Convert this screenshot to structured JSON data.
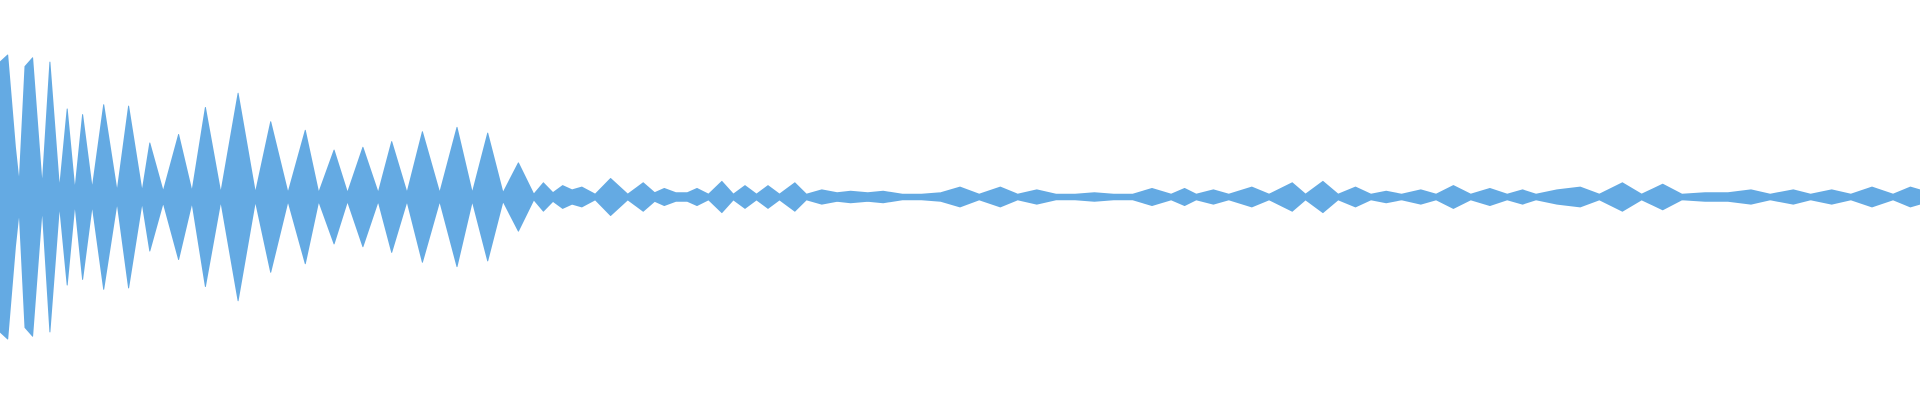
{
  "waveform": {
    "color": "#64aae3",
    "background": "#ffffff",
    "shape": "symmetric-envelope",
    "envelope": [
      [
        0.0,
        0.95
      ],
      [
        0.004,
        1.0
      ],
      [
        0.008,
        0.35
      ],
      [
        0.01,
        0.1
      ],
      [
        0.013,
        0.92
      ],
      [
        0.017,
        0.98
      ],
      [
        0.022,
        0.08
      ],
      [
        0.026,
        0.95
      ],
      [
        0.031,
        0.06
      ],
      [
        0.035,
        0.62
      ],
      [
        0.039,
        0.05
      ],
      [
        0.043,
        0.58
      ],
      [
        0.048,
        0.06
      ],
      [
        0.054,
        0.65
      ],
      [
        0.061,
        0.04
      ],
      [
        0.067,
        0.64
      ],
      [
        0.074,
        0.04
      ],
      [
        0.078,
        0.38
      ],
      [
        0.085,
        0.04
      ],
      [
        0.093,
        0.44
      ],
      [
        0.1,
        0.04
      ],
      [
        0.107,
        0.63
      ],
      [
        0.115,
        0.03
      ],
      [
        0.124,
        0.73
      ],
      [
        0.133,
        0.03
      ],
      [
        0.141,
        0.53
      ],
      [
        0.15,
        0.03
      ],
      [
        0.159,
        0.47
      ],
      [
        0.166,
        0.03
      ],
      [
        0.174,
        0.33
      ],
      [
        0.181,
        0.03
      ],
      [
        0.189,
        0.35
      ],
      [
        0.197,
        0.03
      ],
      [
        0.204,
        0.39
      ],
      [
        0.212,
        0.03
      ],
      [
        0.22,
        0.46
      ],
      [
        0.229,
        0.03
      ],
      [
        0.238,
        0.49
      ],
      [
        0.246,
        0.03
      ],
      [
        0.254,
        0.45
      ],
      [
        0.262,
        0.03
      ],
      [
        0.27,
        0.24
      ],
      [
        0.278,
        0.02
      ],
      [
        0.283,
        0.1
      ],
      [
        0.288,
        0.03
      ],
      [
        0.293,
        0.08
      ],
      [
        0.298,
        0.05
      ],
      [
        0.303,
        0.07
      ],
      [
        0.31,
        0.02
      ],
      [
        0.318,
        0.13
      ],
      [
        0.327,
        0.02
      ],
      [
        0.335,
        0.1
      ],
      [
        0.341,
        0.03
      ],
      [
        0.346,
        0.06
      ],
      [
        0.352,
        0.03
      ],
      [
        0.358,
        0.03
      ],
      [
        0.363,
        0.06
      ],
      [
        0.369,
        0.02
      ],
      [
        0.376,
        0.11
      ],
      [
        0.382,
        0.02
      ],
      [
        0.388,
        0.08
      ],
      [
        0.394,
        0.02
      ],
      [
        0.4,
        0.08
      ],
      [
        0.406,
        0.02
      ],
      [
        0.414,
        0.1
      ],
      [
        0.42,
        0.02
      ],
      [
        0.428,
        0.05
      ],
      [
        0.436,
        0.03
      ],
      [
        0.443,
        0.04
      ],
      [
        0.452,
        0.03
      ],
      [
        0.46,
        0.04
      ],
      [
        0.47,
        0.02
      ],
      [
        0.48,
        0.02
      ],
      [
        0.49,
        0.03
      ],
      [
        0.5,
        0.07
      ],
      [
        0.51,
        0.02
      ],
      [
        0.521,
        0.07
      ],
      [
        0.53,
        0.02
      ],
      [
        0.54,
        0.05
      ],
      [
        0.55,
        0.02
      ],
      [
        0.56,
        0.02
      ],
      [
        0.57,
        0.03
      ],
      [
        0.58,
        0.02
      ],
      [
        0.59,
        0.02
      ],
      [
        0.6,
        0.06
      ],
      [
        0.61,
        0.02
      ],
      [
        0.617,
        0.06
      ],
      [
        0.623,
        0.02
      ],
      [
        0.632,
        0.05
      ],
      [
        0.64,
        0.02
      ],
      [
        0.652,
        0.07
      ],
      [
        0.661,
        0.02
      ],
      [
        0.673,
        0.1
      ],
      [
        0.68,
        0.02
      ],
      [
        0.689,
        0.11
      ],
      [
        0.697,
        0.02
      ],
      [
        0.706,
        0.07
      ],
      [
        0.714,
        0.02
      ],
      [
        0.722,
        0.04
      ],
      [
        0.73,
        0.02
      ],
      [
        0.74,
        0.05
      ],
      [
        0.748,
        0.02
      ],
      [
        0.757,
        0.08
      ],
      [
        0.766,
        0.02
      ],
      [
        0.776,
        0.06
      ],
      [
        0.785,
        0.02
      ],
      [
        0.793,
        0.05
      ],
      [
        0.8,
        0.02
      ],
      [
        0.811,
        0.05
      ],
      [
        0.823,
        0.07
      ],
      [
        0.833,
        0.02
      ],
      [
        0.845,
        0.1
      ],
      [
        0.855,
        0.02
      ],
      [
        0.866,
        0.09
      ],
      [
        0.876,
        0.02
      ],
      [
        0.888,
        0.03
      ],
      [
        0.9,
        0.03
      ],
      [
        0.912,
        0.05
      ],
      [
        0.922,
        0.02
      ],
      [
        0.934,
        0.05
      ],
      [
        0.943,
        0.02
      ],
      [
        0.954,
        0.05
      ],
      [
        0.964,
        0.02
      ],
      [
        0.975,
        0.07
      ],
      [
        0.986,
        0.02
      ],
      [
        0.995,
        0.07
      ],
      [
        1.0,
        0.05
      ]
    ]
  }
}
